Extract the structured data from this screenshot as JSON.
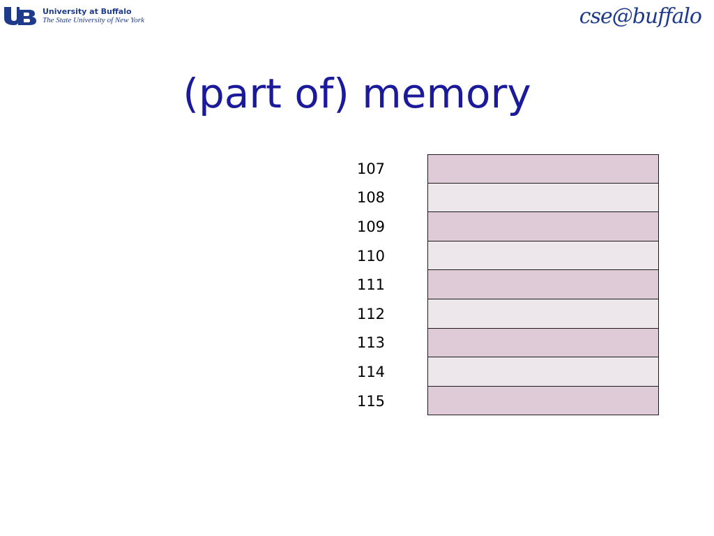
{
  "header": {
    "ub_logo_letters": "UB",
    "ub_name": "University at Buffalo",
    "ub_subtitle": "The State University of New York",
    "cse_logo": "cse@buffalo"
  },
  "title": "(part of) memory",
  "memory": {
    "colors": {
      "cell_dark": "#dfcad8",
      "cell_light": "#ede6ea",
      "border": "#1a1a1a"
    },
    "rows": [
      {
        "address": "107",
        "value": ""
      },
      {
        "address": "108",
        "value": ""
      },
      {
        "address": "109",
        "value": ""
      },
      {
        "address": "110",
        "value": ""
      },
      {
        "address": "111",
        "value": ""
      },
      {
        "address": "112",
        "value": ""
      },
      {
        "address": "113",
        "value": ""
      },
      {
        "address": "114",
        "value": ""
      },
      {
        "address": "115",
        "value": ""
      }
    ]
  }
}
